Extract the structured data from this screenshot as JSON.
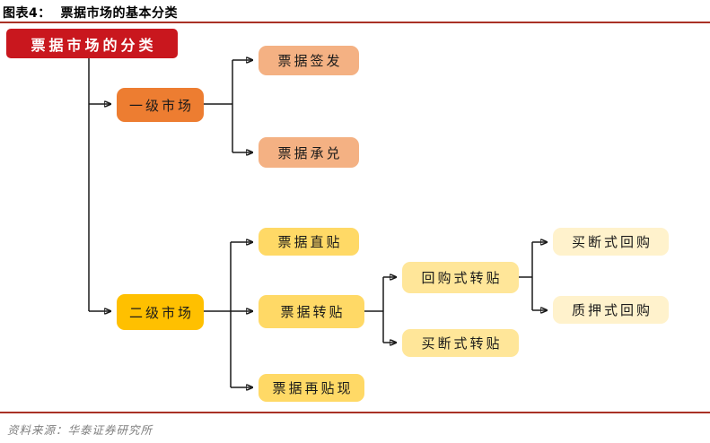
{
  "header": {
    "title": "图表4：  票据市场的基本分类"
  },
  "footer": {
    "source": "资料来源：华泰证券研究所"
  },
  "colors": {
    "title_rule": "#A93226",
    "footer_rule": "#A93226",
    "source_text": "#7F7F7F",
    "connector": "#1A1A1A",
    "root_bg": "#C9171E",
    "root_text": "#FFFFFF",
    "primary_bg": "#ED7D31",
    "primary_child_bg": "#F4B183",
    "secondary_bg": "#FFC000",
    "secondary_child_bg": "#FFD966",
    "tier3_bg": "#FFE699",
    "tier4_bg": "#FFF2CC"
  },
  "nodes": {
    "root": "票据市场的分类",
    "primary_market": "一级市场",
    "bill_issuance": "票据签发",
    "bill_acceptance": "票据承兑",
    "secondary_market": "二级市场",
    "direct_discount": "票据直贴",
    "transfer_discount": "票据转贴",
    "rediscount": "票据再贴现",
    "repo_transfer": "回购式转贴",
    "outright_transfer": "买断式转贴",
    "outright_repo": "买断式回购",
    "pledged_repo": "质押式回购"
  }
}
